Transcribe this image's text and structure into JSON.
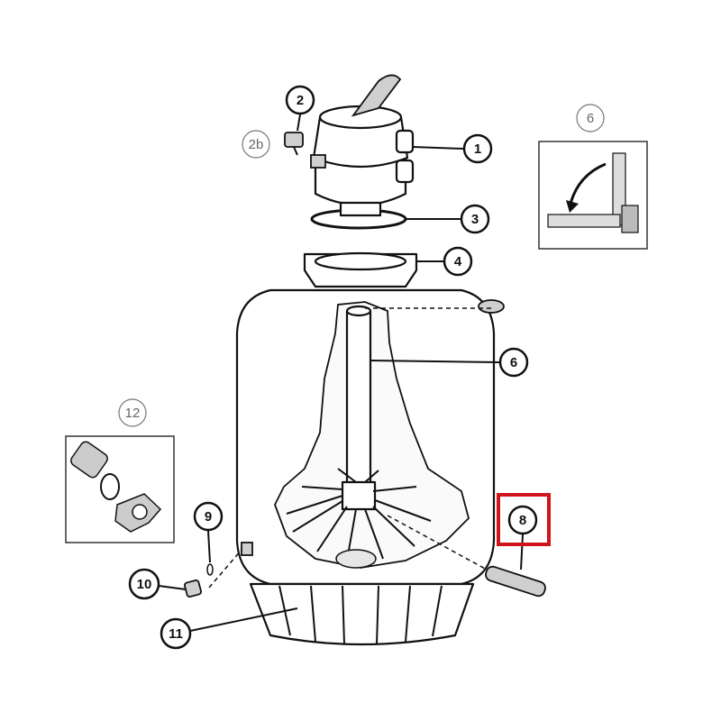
{
  "diagram": {
    "callouts": {
      "valve": "1",
      "gauge": "2",
      "gauge_alt": "2b",
      "o_ring": "3",
      "collar": "4",
      "lateral_assembly": "6",
      "lateral": "8",
      "drain_o_ring": "9",
      "drain_plug": "10",
      "base": "11"
    },
    "insets": {
      "lateral_inset_label": "6",
      "drain_inset_label": "12"
    },
    "highlight": {
      "target": "8",
      "color": "#d0141c"
    }
  }
}
